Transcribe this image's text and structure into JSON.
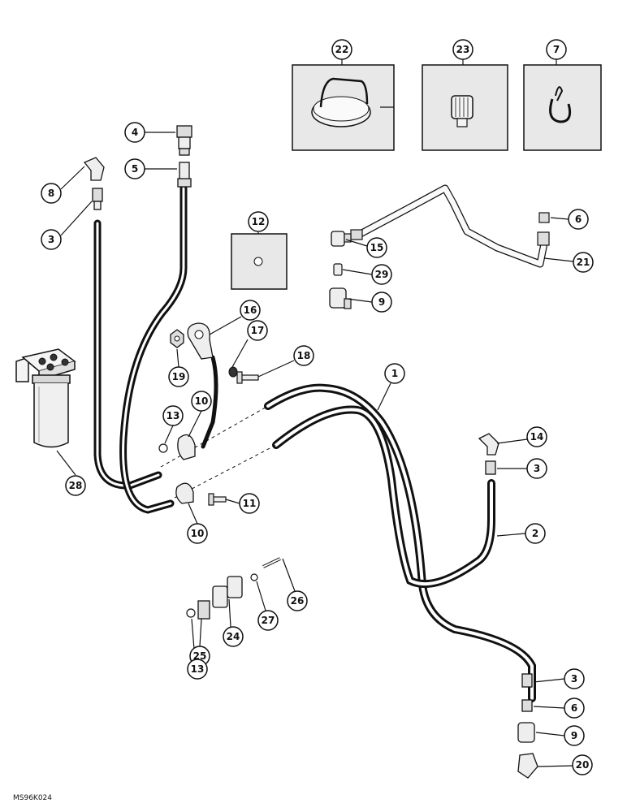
{
  "diagram": {
    "drawing_code": "MS96K024",
    "callouts": [
      {
        "id": "c22",
        "label": "22"
      },
      {
        "id": "c23",
        "label": "23"
      },
      {
        "id": "c7",
        "label": "7"
      },
      {
        "id": "c4",
        "label": "4"
      },
      {
        "id": "c5",
        "label": "5"
      },
      {
        "id": "c8",
        "label": "8"
      },
      {
        "id": "c3a",
        "label": "3"
      },
      {
        "id": "c12",
        "label": "12"
      },
      {
        "id": "c6a",
        "label": "6"
      },
      {
        "id": "c15",
        "label": "15"
      },
      {
        "id": "c21",
        "label": "21"
      },
      {
        "id": "c29",
        "label": "29"
      },
      {
        "id": "c9a",
        "label": "9"
      },
      {
        "id": "c16",
        "label": "16"
      },
      {
        "id": "c17",
        "label": "17"
      },
      {
        "id": "c18",
        "label": "18"
      },
      {
        "id": "c19",
        "label": "19"
      },
      {
        "id": "c1",
        "label": "1"
      },
      {
        "id": "c10a",
        "label": "10"
      },
      {
        "id": "c13a",
        "label": "13"
      },
      {
        "id": "c14",
        "label": "14"
      },
      {
        "id": "c3b",
        "label": "3"
      },
      {
        "id": "c28",
        "label": "28"
      },
      {
        "id": "c11",
        "label": "11"
      },
      {
        "id": "c10b",
        "label": "10"
      },
      {
        "id": "c2",
        "label": "2"
      },
      {
        "id": "c26",
        "label": "26"
      },
      {
        "id": "c27",
        "label": "27"
      },
      {
        "id": "c24",
        "label": "24"
      },
      {
        "id": "c25",
        "label": "25"
      },
      {
        "id": "c13b",
        "label": "13"
      },
      {
        "id": "c3c",
        "label": "3"
      },
      {
        "id": "c6b",
        "label": "6"
      },
      {
        "id": "c9b",
        "label": "9"
      },
      {
        "id": "c20",
        "label": "20"
      }
    ]
  }
}
